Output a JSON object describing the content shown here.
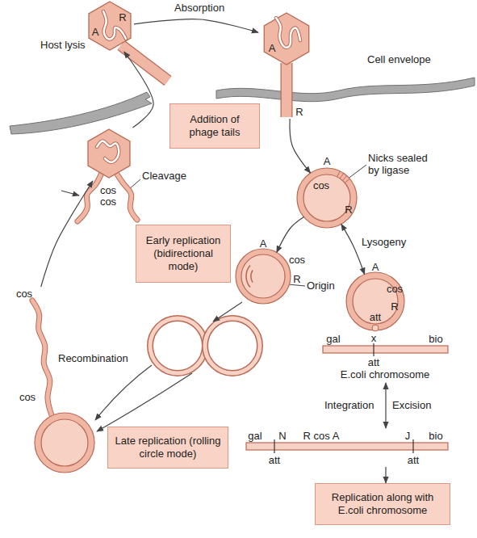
{
  "diagram": {
    "nodes": [
      {
        "text": [
          "A",
          "R"
        ]
      },
      {
        "text": [
          "A",
          "R"
        ]
      },
      {
        "text": [
          "Addition of phage tails"
        ]
      },
      {
        "text": [
          "cos",
          "cos"
        ]
      },
      {
        "text": [
          "A",
          "cos",
          "R"
        ]
      },
      {
        "text": [
          "Early replication (bidirectional mode)"
        ]
      },
      {
        "text": [
          "A",
          "cos",
          "R"
        ]
      },
      {
        "text": [
          "A",
          "cos",
          "R",
          "att"
        ]
      },
      {
        "text": [
          "gal",
          "x",
          "bio",
          "att",
          "E.coli chromosome"
        ]
      },
      {
        "text": [
          "cos",
          "cos"
        ]
      },
      {
        "text": [
          "Late replication (rolling circle mode)"
        ]
      },
      {
        "text": [
          "gal",
          "N",
          "R cos A",
          "J",
          "bio",
          "att",
          "att"
        ]
      },
      {
        "text": [
          "Replication along with E.coli chromosome"
        ]
      }
    ],
    "edges": [
      {
        "from": 0,
        "to": 1,
        "arrow": "to",
        "label": "Absorption"
      },
      {
        "from": 1,
        "to": 4,
        "arrow": "to"
      },
      {
        "from": 4,
        "to": 6,
        "arrow": "to"
      },
      {
        "from": 4,
        "to": 7,
        "arrow": "both",
        "label": "Lysogeny"
      },
      {
        "from": 8,
        "to": 11,
        "arrow": "both"
      },
      {
        "from": 11,
        "to": 12,
        "arrow": "to"
      },
      {
        "from": 9,
        "to": 3,
        "arrow": "to"
      },
      {
        "from": 3,
        "to": 0,
        "arrow": "to"
      }
    ],
    "labels": [
      "Host lysis",
      "Cell envelope",
      "Cleavage",
      "Nicks sealed by ligase",
      "Origin",
      "Recombination",
      "Integration",
      "Excision"
    ]
  }
}
